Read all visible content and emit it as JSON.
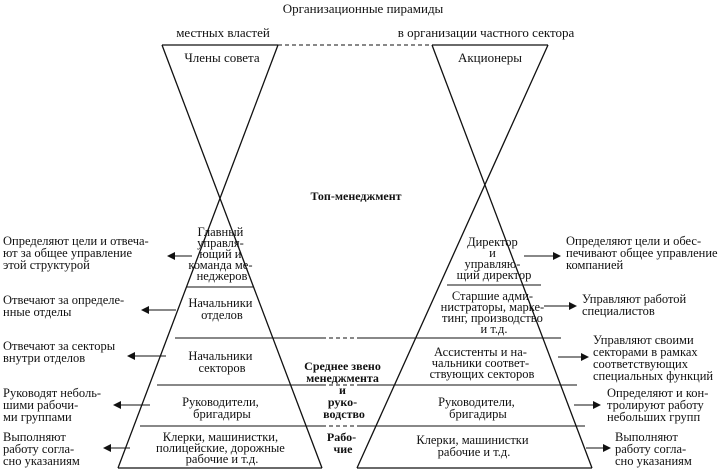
{
  "title": "Организационные пирамиды",
  "left_header": "местных властей",
  "right_header": "в организации частного сектора",
  "top_label": "Топ-менеджмент",
  "middle_label": [
    "Среднее звено",
    "менеджмента",
    "и",
    "руко-",
    "водство"
  ],
  "bottom_label": [
    "Рабо-",
    "чие"
  ],
  "left_apex": "Члены совета",
  "right_apex": "Акционеры",
  "left_levels": [
    [
      "Главный",
      "управля-",
      "ющий и",
      "команда ме-",
      "неджеров"
    ],
    [
      "Начальники",
      "отделов"
    ],
    [
      "Начальники",
      "секторов"
    ],
    [
      "Руководители,",
      "бригадиры"
    ],
    [
      "Клерки, машинистки,",
      "полицейские, дорожные",
      "рабочие и т.д."
    ]
  ],
  "right_levels": [
    [
      "Директор",
      "и",
      "управляю-",
      "щий директор"
    ],
    [
      "Старшие адми-",
      "нистраторы, марке-",
      "тинг, производство",
      "и т.д."
    ],
    [
      "Ассистенты и на-",
      "чальники соответ-",
      "ствующих секторов"
    ],
    [
      "Руководители,",
      "бригадиры"
    ],
    [
      "Клерки, машинистки",
      "рабочие и т.д."
    ]
  ],
  "left_notes": [
    [
      "Определяют цели и отвеча-",
      "ют за общее управление",
      "этой структурой"
    ],
    [
      "Отвечают за  определе-",
      "нные отделы"
    ],
    [
      "Отвечают за секторы",
      "внутри отделов"
    ],
    [
      "Руководят неболь-",
      "шими рабочи-",
      "ми группами"
    ],
    [
      "Выполняют",
      "работу согла-",
      "сно указаниям"
    ]
  ],
  "right_notes": [
    [
      "Определяют цели и обес-",
      "печивают общее управление",
      "компанией"
    ],
    [
      "Управляют работой",
      "специалистов"
    ],
    [
      "Управляют своими",
      "секторами в рамках",
      "соответствующих",
      "специальных функций"
    ],
    [
      "Определяют и кон-",
      "тролируют работу",
      "небольших групп"
    ],
    [
      "Выполняют",
      "работу согла-",
      "сно указаниям"
    ]
  ]
}
